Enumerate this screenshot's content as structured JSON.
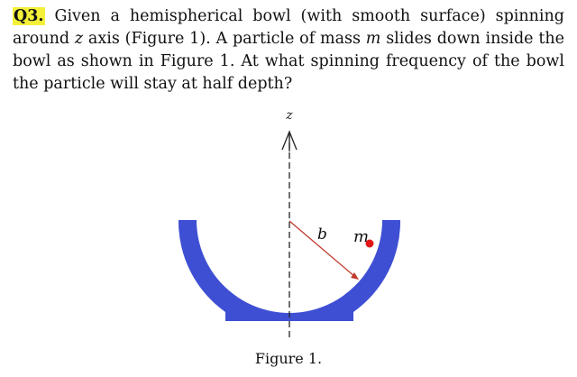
{
  "question": {
    "label": "Q3.",
    "segments": [
      {
        "text": " Given a hemispherical bowl (with smooth surface) spinning around ",
        "italic": false
      },
      {
        "text": "z",
        "italic": true
      },
      {
        "text": " axis (Figure 1). A particle of mass ",
        "italic": false
      },
      {
        "text": "m",
        "italic": true
      },
      {
        "text": " slides down inside the bowl as shown in Figure 1. At what spinning frequency of the bowl the particle will stay at half depth?",
        "italic": false
      }
    ]
  },
  "figure": {
    "axis_label": "z",
    "radius_label": "b",
    "mass_label": "m",
    "caption": "Figure 1.",
    "colors": {
      "bowl": "#3e4fd3",
      "particle": "#e21818",
      "arrow": "#c0392b",
      "axis": "#222222"
    }
  }
}
